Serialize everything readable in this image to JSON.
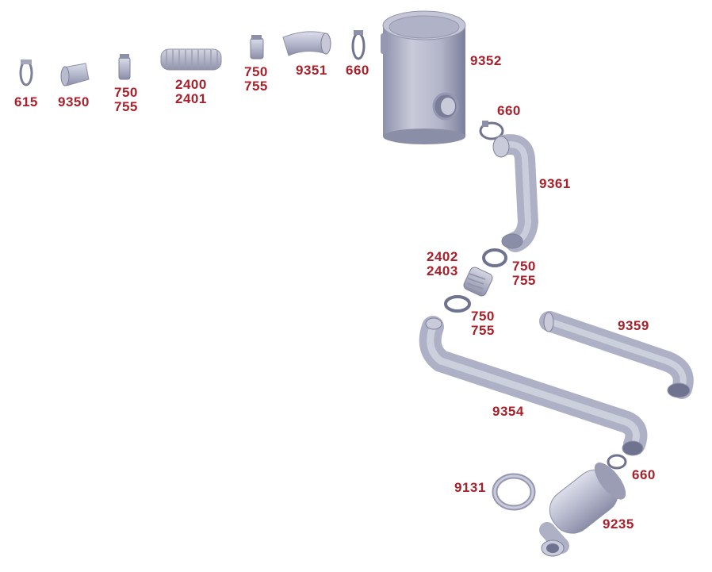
{
  "colors": {
    "label": "#a8202a",
    "part_light": "#c9cbdb",
    "part_mid": "#a3a6bd",
    "part_dark": "#6f7390",
    "edge": "#8d90a8"
  },
  "labels": {
    "c615": "615",
    "c9350": "9350",
    "c750_a": "750",
    "c755_a": "755",
    "c2400": "2400",
    "c2401": "2401",
    "c750_b": "750",
    "c755_b": "755",
    "c9351": "9351",
    "c660_a": "660",
    "c9352": "9352",
    "c660_b": "660",
    "c9361": "9361",
    "c2402": "2402",
    "c2403": "2403",
    "c750_c": "750",
    "c755_c": "755",
    "c750_d": "750",
    "c755_d": "755",
    "c9359": "9359",
    "c9354": "9354",
    "c660_c": "660",
    "c9131": "9131",
    "c9235": "9235"
  }
}
